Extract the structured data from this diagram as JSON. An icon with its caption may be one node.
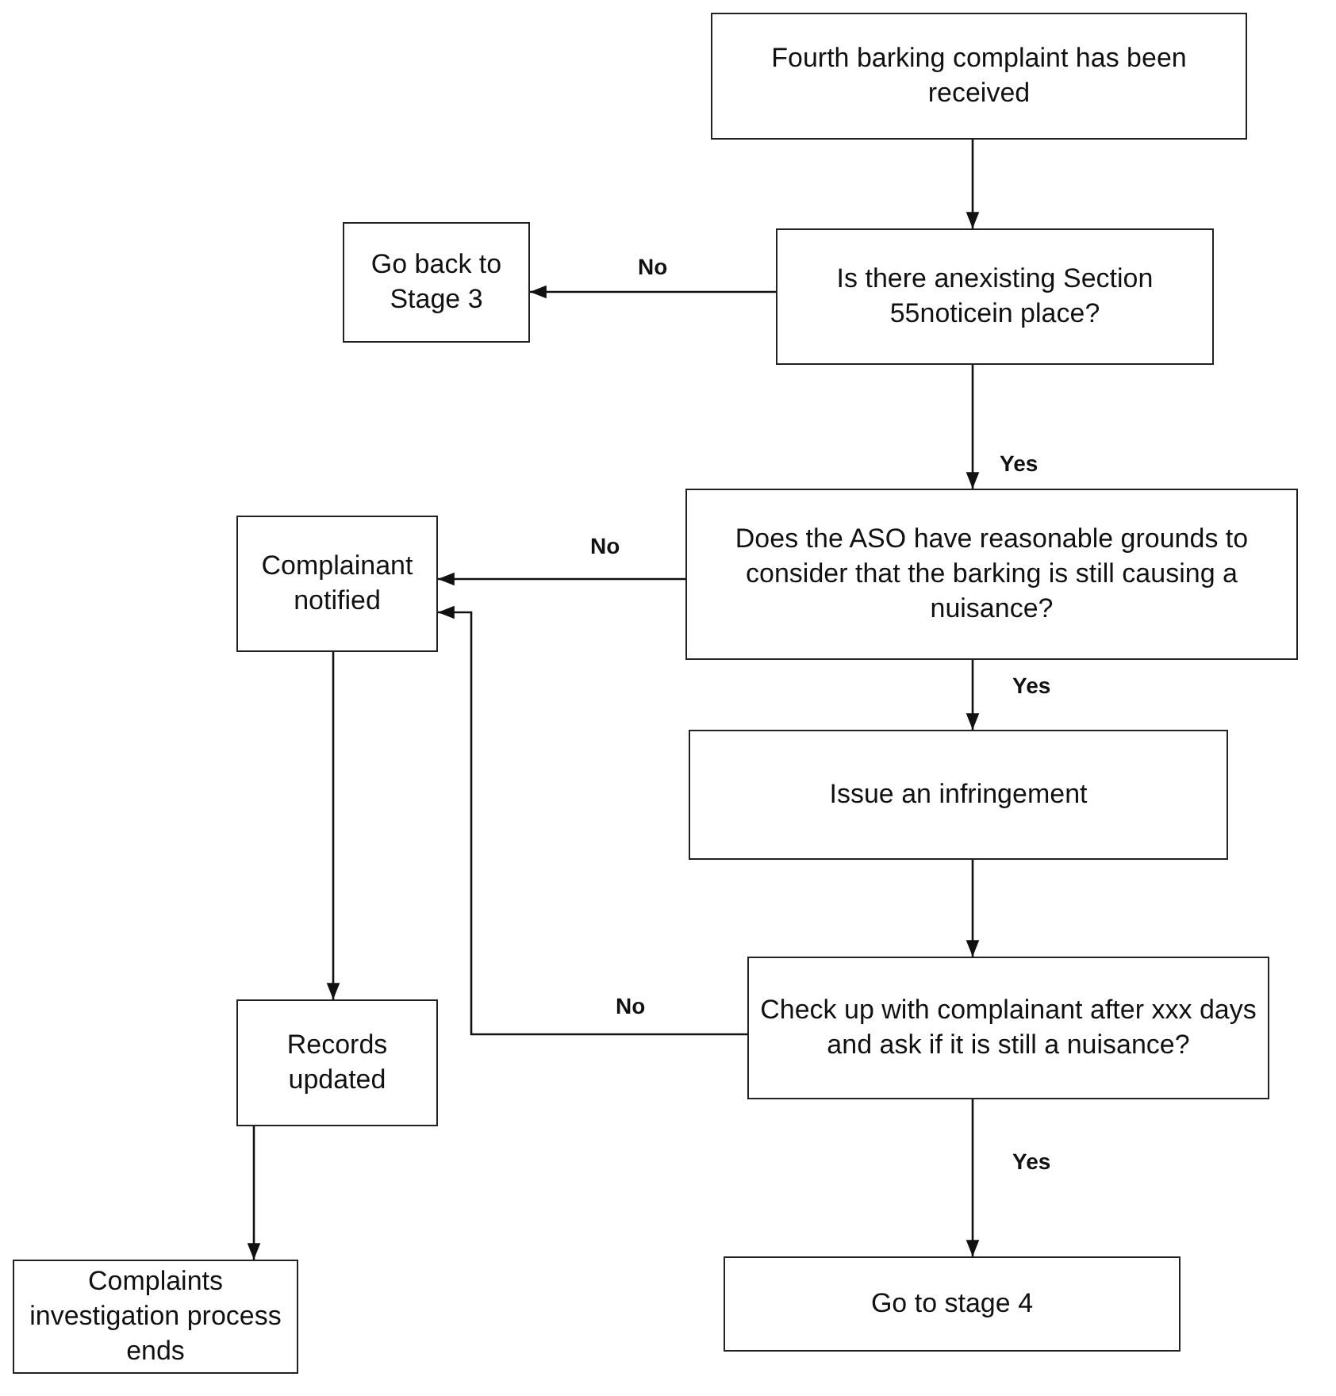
{
  "diagram": {
    "nodes": [
      {
        "text": [
          "Fourth barking complaint has been received"
        ]
      },
      {
        "text": [
          "Is there anexisting Section 55noticein place?"
        ]
      },
      {
        "text": [
          "Go back to Stage 3"
        ]
      },
      {
        "text": [
          "Does the ASO have reasonable grounds to consider that the barking is still causing a nuisance?"
        ]
      },
      {
        "text": [
          "Complainant notified"
        ]
      },
      {
        "text": [
          "Issue an infringement"
        ]
      },
      {
        "text": [
          "Check up with complainant after xxx days and ask if it is still a nuisance?"
        ]
      },
      {
        "text": [
          "Records updated"
        ]
      },
      {
        "text": [
          "Go to stage 4"
        ]
      },
      {
        "text": [
          "Complaints investigation process ends"
        ]
      }
    ],
    "edges": [
      {
        "from": 0,
        "to": 1,
        "arrow": "to"
      },
      {
        "from": 1,
        "to": 2,
        "arrow": "to",
        "label": "No"
      },
      {
        "from": 1,
        "to": 3,
        "arrow": "to",
        "label": "Yes"
      },
      {
        "from": 3,
        "to": 4,
        "arrow": "to",
        "label": "No"
      },
      {
        "from": 3,
        "to": 5,
        "arrow": "to",
        "label": "Yes"
      },
      {
        "from": 5,
        "to": 6,
        "arrow": "to"
      },
      {
        "from": 6,
        "to": 4,
        "arrow": "to",
        "label": "No"
      },
      {
        "from": 4,
        "to": 7,
        "arrow": "to"
      },
      {
        "from": 6,
        "to": 8,
        "arrow": "to",
        "label": "Yes"
      },
      {
        "from": 7,
        "to": 9,
        "arrow": "to"
      }
    ]
  }
}
